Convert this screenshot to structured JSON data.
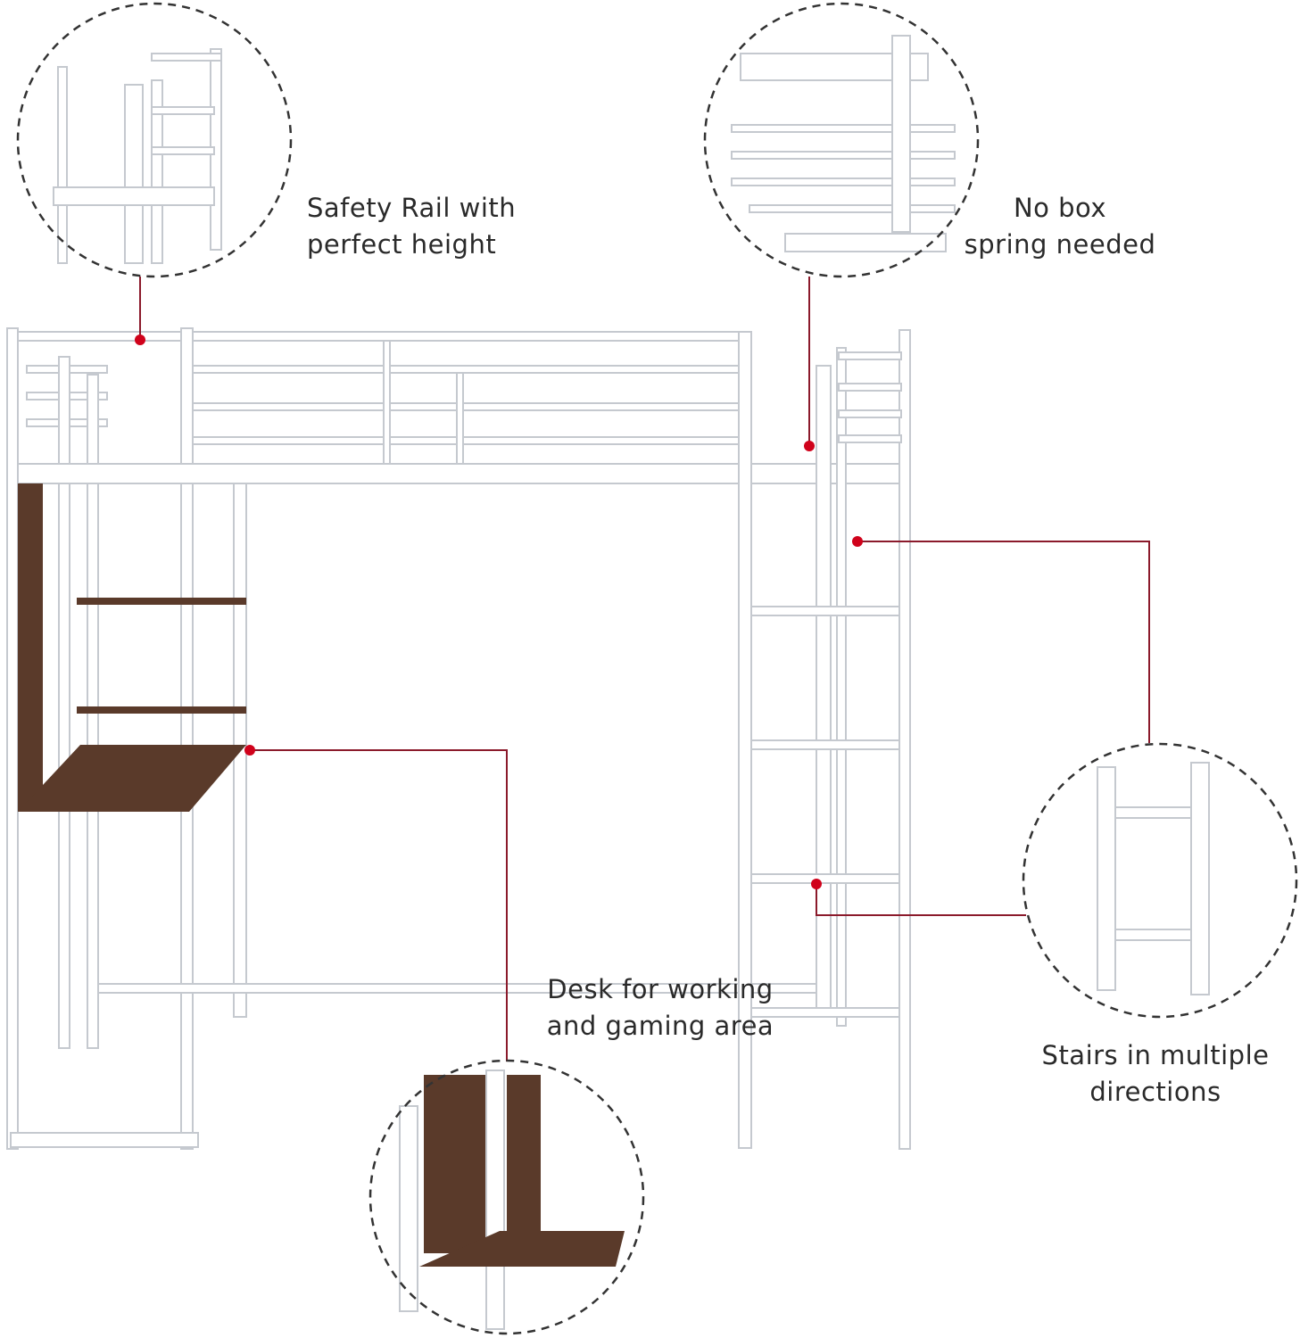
{
  "callouts": {
    "safety_rail": {
      "line1": "Safety Rail with",
      "line2": "perfect height"
    },
    "box_spring": {
      "line1": "No box",
      "line2": "spring needed"
    },
    "desk": {
      "line1": "Desk for working",
      "line2": "and gaming area"
    },
    "stairs": {
      "line1": "Stairs in multiple",
      "line2": "directions"
    }
  },
  "colors": {
    "accent_dot": "#d0021b",
    "leader_line": "#8b1a2b",
    "frame": "#ffffff",
    "frame_edge": "#c9ccd2",
    "wood": "#5a3a2a",
    "dashed_circle": "#333333"
  }
}
